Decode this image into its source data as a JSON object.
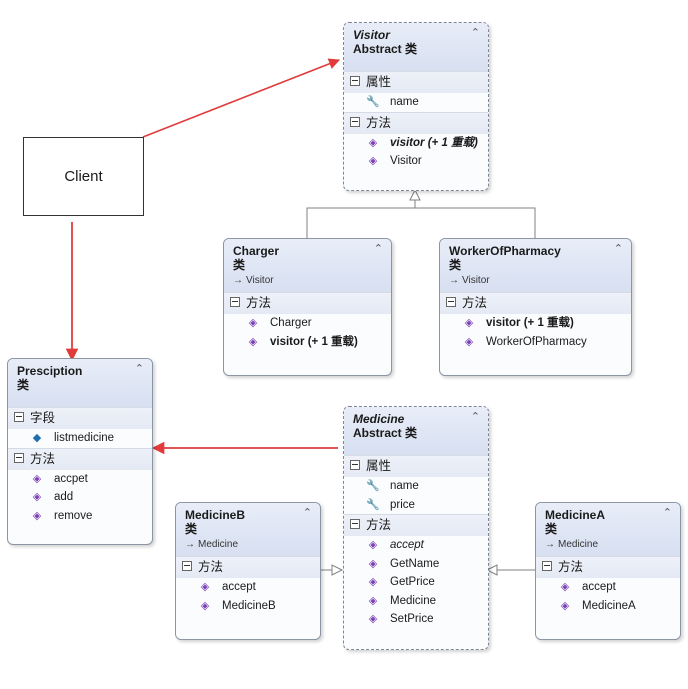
{
  "client": {
    "label": "Client"
  },
  "classes": {
    "visitor": {
      "name": "Visitor",
      "kind": "Abstract 类",
      "sections": [
        {
          "title": "属性",
          "members": [
            {
              "icon": "property-icon",
              "text": "name"
            }
          ]
        },
        {
          "title": "方法",
          "members": [
            {
              "icon": "method-icon",
              "text": "visitor (+ 1 重载)"
            },
            {
              "icon": "method-icon",
              "text": "Visitor"
            }
          ]
        }
      ]
    },
    "charger": {
      "name": "Charger",
      "kind": "类",
      "base": "Visitor",
      "sections": [
        {
          "title": "方法",
          "members": [
            {
              "icon": "method-icon",
              "text": "Charger"
            },
            {
              "icon": "method-icon",
              "text": "visitor (+ 1 重载)"
            }
          ]
        }
      ]
    },
    "worker": {
      "name": "WorkerOfPharmacy",
      "kind": "类",
      "base": "Visitor",
      "sections": [
        {
          "title": "方法",
          "members": [
            {
              "icon": "method-icon",
              "text": "visitor (+ 1 重载)"
            },
            {
              "icon": "method-icon",
              "text": "WorkerOfPharmacy"
            }
          ]
        }
      ]
    },
    "presciption": {
      "name": "Presciption",
      "kind": "类",
      "sections": [
        {
          "title": "字段",
          "members": [
            {
              "icon": "field-icon",
              "text": "listmedicine"
            }
          ]
        },
        {
          "title": "方法",
          "members": [
            {
              "icon": "method-icon",
              "text": "accpet"
            },
            {
              "icon": "method-icon",
              "text": "add"
            },
            {
              "icon": "method-icon",
              "text": "remove"
            }
          ]
        }
      ]
    },
    "medicine": {
      "name": "Medicine",
      "kind": "Abstract 类",
      "sections": [
        {
          "title": "属性",
          "members": [
            {
              "icon": "property-icon",
              "text": "name"
            },
            {
              "icon": "property-icon",
              "text": "price"
            }
          ]
        },
        {
          "title": "方法",
          "members": [
            {
              "icon": "method-icon",
              "text": "accept"
            },
            {
              "icon": "method-icon",
              "text": "GetName"
            },
            {
              "icon": "method-icon",
              "text": "GetPrice"
            },
            {
              "icon": "method-icon",
              "text": "Medicine"
            },
            {
              "icon": "method-icon",
              "text": "SetPrice"
            }
          ]
        }
      ]
    },
    "medicineB": {
      "name": "MedicineB",
      "kind": "类",
      "base": "Medicine",
      "sections": [
        {
          "title": "方法",
          "members": [
            {
              "icon": "method-icon",
              "text": "accept"
            },
            {
              "icon": "method-icon",
              "text": "MedicineB"
            }
          ]
        }
      ]
    },
    "medicineA": {
      "name": "MedicineA",
      "kind": "类",
      "base": "Medicine",
      "sections": [
        {
          "title": "方法",
          "members": [
            {
              "icon": "method-icon",
              "text": "accept"
            },
            {
              "icon": "method-icon",
              "text": "MedicineA"
            }
          ]
        }
      ]
    }
  },
  "colors": {
    "association": "#e03c3c",
    "inheritance": "#808080",
    "header": "#dde4f3"
  }
}
